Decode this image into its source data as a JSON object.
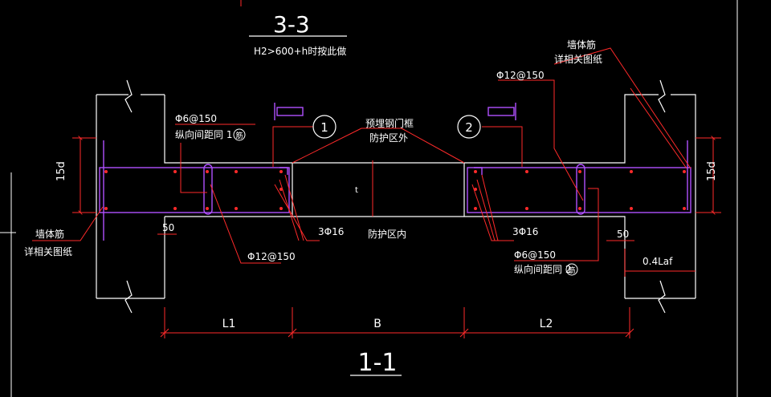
{
  "colors": {
    "background": "#000000",
    "outline": "#ffffff",
    "leader": "#ff2a2a",
    "rebar": "#b050ff",
    "text": "#ffffff",
    "dimension": "#ff2a2a"
  },
  "header": {
    "section_top": "3-3",
    "note": "H2>600+h时按此做"
  },
  "callouts": {
    "marker_1": "1",
    "marker_2": "2",
    "embedded_frame_1": "预埋钢门框",
    "embedded_frame_2": "防护区外",
    "protection_inside": "防护区内",
    "left_stirrup_1": "Φ6@150",
    "left_stirrup_2": "纵向间距同 1",
    "left_stirrup_circle": "筋",
    "right_stirrup_1": "Φ6@150",
    "right_stirrup_2": "纵向间距同 2",
    "right_stirrup_circle": "筋",
    "left_bars": "3Φ16",
    "right_bars": "3Φ16",
    "left_bottom_bar": "Φ12@150",
    "right_top_bar": "Φ12@150",
    "wall_rebar_left_1": "墙体筋",
    "wall_rebar_left_2": "详相关图纸",
    "wall_rebar_right_1": "墙体筋",
    "wall_rebar_right_2": "详相关图纸",
    "dim_15d_left": "15d",
    "dim_15d_right": "15d",
    "dim_50_left": "50",
    "dim_50_right": "50",
    "dim_lof": "0.4Laf",
    "centre_mark": "t"
  },
  "dimensions": {
    "L1": "L1",
    "B": "B",
    "L2": "L2"
  },
  "footer": {
    "section_bottom": "1-1"
  }
}
